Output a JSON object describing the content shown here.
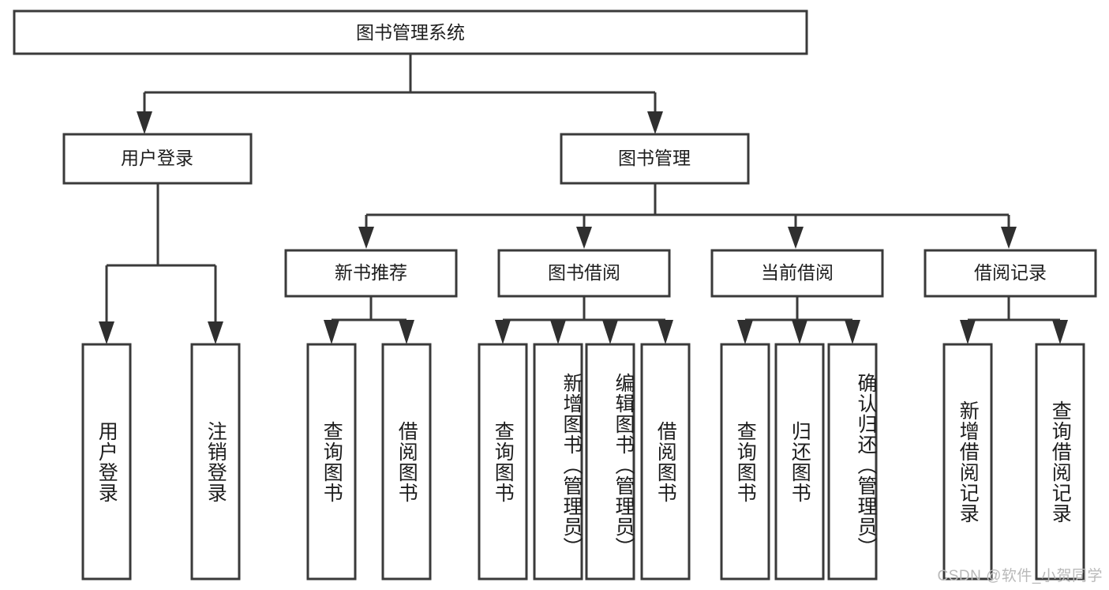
{
  "diagram": {
    "title": "图书管理系统",
    "type": "tree-hierarchy",
    "root": {
      "id": "root",
      "label": "图书管理系统",
      "orientation": "horizontal"
    },
    "level2": [
      {
        "id": "user-login",
        "label": "用户登录",
        "orientation": "horizontal"
      },
      {
        "id": "book-manage",
        "label": "图书管理",
        "orientation": "horizontal"
      }
    ],
    "level3": [
      {
        "id": "new-book-recommend",
        "label": "新书推荐",
        "orientation": "horizontal",
        "parent": "book-manage"
      },
      {
        "id": "book-borrow",
        "label": "图书借阅",
        "orientation": "horizontal",
        "parent": "book-manage"
      },
      {
        "id": "current-borrow",
        "label": "当前借阅",
        "orientation": "horizontal",
        "parent": "book-manage"
      },
      {
        "id": "borrow-record",
        "label": "借阅记录",
        "orientation": "horizontal",
        "parent": "book-manage"
      }
    ],
    "leaves": [
      {
        "id": "leaf-user-login",
        "label": "用户登录",
        "orientation": "vertical",
        "parent": "user-login"
      },
      {
        "id": "leaf-logout-login",
        "label": "注销登录",
        "orientation": "vertical",
        "parent": "user-login"
      },
      {
        "id": "leaf-query-book-1",
        "label": "查询图书",
        "orientation": "vertical",
        "parent": "new-book-recommend"
      },
      {
        "id": "leaf-borrow-book-1",
        "label": "借阅图书",
        "orientation": "vertical",
        "parent": "new-book-recommend"
      },
      {
        "id": "leaf-query-book-2",
        "label": "查询图书",
        "orientation": "vertical",
        "parent": "book-borrow"
      },
      {
        "id": "leaf-add-book",
        "label": "新增图书（管理员）",
        "orientation": "vertical",
        "parent": "book-borrow"
      },
      {
        "id": "leaf-edit-book",
        "label": "编辑图书（管理员）",
        "orientation": "vertical",
        "parent": "book-borrow"
      },
      {
        "id": "leaf-borrow-book-2",
        "label": "借阅图书",
        "orientation": "vertical",
        "parent": "book-borrow"
      },
      {
        "id": "leaf-query-book-3",
        "label": "查询图书",
        "orientation": "vertical",
        "parent": "current-borrow"
      },
      {
        "id": "leaf-return-book",
        "label": "归还图书",
        "orientation": "vertical",
        "parent": "current-borrow"
      },
      {
        "id": "leaf-confirm-return",
        "label": "确认归还（管理员）",
        "orientation": "vertical",
        "parent": "current-borrow"
      },
      {
        "id": "leaf-add-record",
        "label": "新增借阅记录",
        "orientation": "vertical",
        "parent": "borrow-record"
      },
      {
        "id": "leaf-query-record",
        "label": "查询借阅记录",
        "orientation": "vertical",
        "parent": "borrow-record"
      }
    ],
    "watermark": "CSDN @软件_小贺同学",
    "colors": {
      "box_stroke": "#3a3a3a",
      "box_fill": "#ffffff",
      "connector": "#3a3a3a",
      "text": "#1d1d1d",
      "watermark": "#b9b9b9",
      "background": "#ffffff"
    }
  }
}
